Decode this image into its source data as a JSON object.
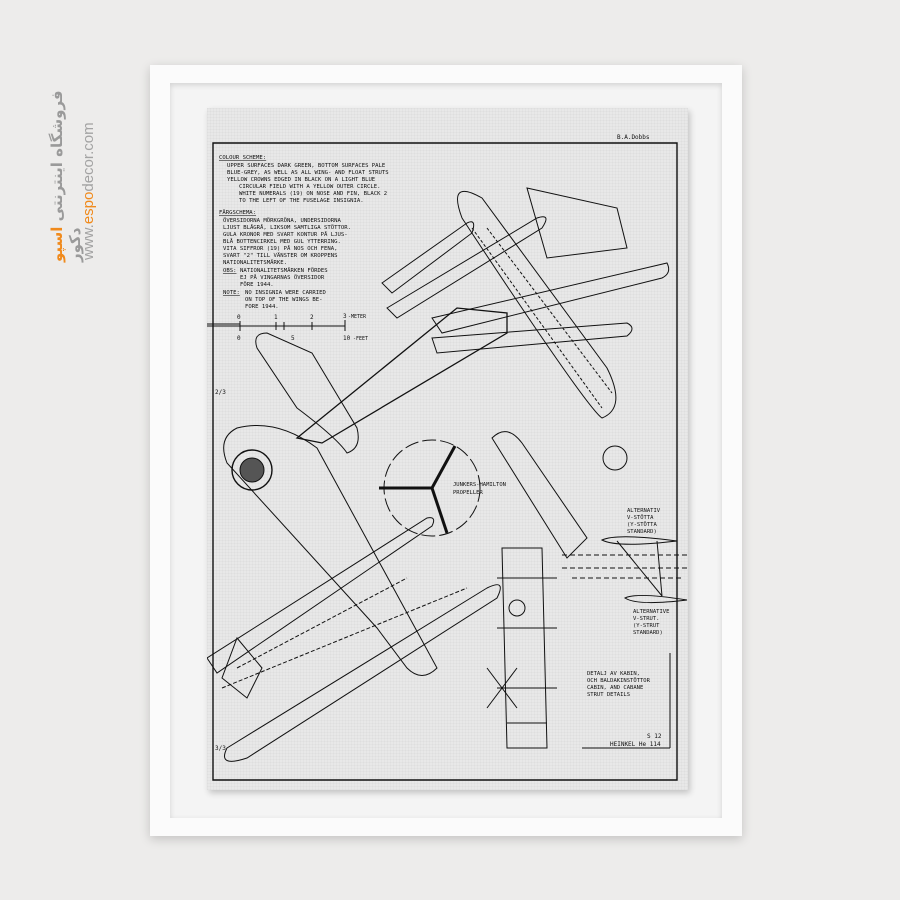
{
  "watermark": {
    "persian_prefix": "فروشگاه اینترنتی",
    "persian_brand": "اسپو",
    "persian_suffix": "دکور",
    "url_prefix": "www.",
    "url_brand": "espo",
    "url_suffix": "decor.com",
    "accent_color": "#f08a1c"
  },
  "blueprint": {
    "signature": "B.A.Dobbs",
    "colour_scheme": {
      "heading": "COLOUR SCHEME:",
      "lines": [
        "UPPER SURFACES DARK GREEN, BOTTOM SURFACES PALE",
        "BLUE-GREY, AS WELL AS ALL WING- AND FLOAT STRUTS",
        "YELLOW CROWNS EDGED IN BLACK ON A LIGHT BLUE",
        "CIRCULAR FIELD WITH A YELLOW OUTER CIRCLE.",
        "WHITE NUMERALS (19) ON NOSE AND FIN, BLACK 2",
        "TO THE LEFT OF THE FUSELAGE INSIGNIA."
      ]
    },
    "fargschema": {
      "heading": "FÄRGSCHEMA:",
      "lines": [
        "ÖVERSIDORNA MÖRKGRÖNA, UNDERSIDORNA",
        "LJUST BLÅGRÅ, LIKSOM SAMTLIGA STÖTTOR.",
        "GULA KRONOR MED SVART KONTUR PÅ LJUS-",
        "BLÅ BOTTENCIRKEL MED GUL YTTERRING.",
        "VITA SIFFROR (19) PÅ NOS OCH FENA,",
        "SVART \"2\" TILL VÄNSTER OM KROPPENS",
        "NATIONALITETSMÄRKE."
      ]
    },
    "obs": {
      "label": "OBS:",
      "lines": [
        "NATIONALITETSMÄRKEN FÖRDES",
        "EJ PÅ VINGARNAS ÖVERSIDOR",
        "FÖRE 1944."
      ]
    },
    "note": {
      "label": "NOTE:",
      "lines": [
        "NO INSIGNIA WERE CARRIED",
        "ON TOP OF THE WINGS BE-",
        "FORE 1944."
      ]
    },
    "scale": {
      "meter_ticks": [
        "0",
        "1",
        "2",
        "3"
      ],
      "meter_label": "-METER",
      "feet_ticks": [
        "0",
        "5",
        "10"
      ],
      "feet_label": "-FEET"
    },
    "sheet_top": "2/3",
    "sheet_bottom": "3/3",
    "propeller_label": [
      "JUNKERS-HAMILTON",
      "PROPELLER"
    ],
    "alt_strut_sv": [
      "ALTERNATIV",
      "V-STÖTTA",
      "(Y-STÖTTA",
      "STANDARD)"
    ],
    "alt_strut_en": [
      "ALTERNATIVE",
      "V-STRUT.",
      "(Y-STRUT",
      "STANDARD)"
    ],
    "detail_label": [
      "DETALJ AV KABIN,",
      "OCH BALDAKINSTÖTTOR",
      "CABIN, AND CABANE",
      "STRUT DETAILS"
    ],
    "sheet_number": "S 12",
    "aircraft_name": "HEINKEL He 114"
  }
}
